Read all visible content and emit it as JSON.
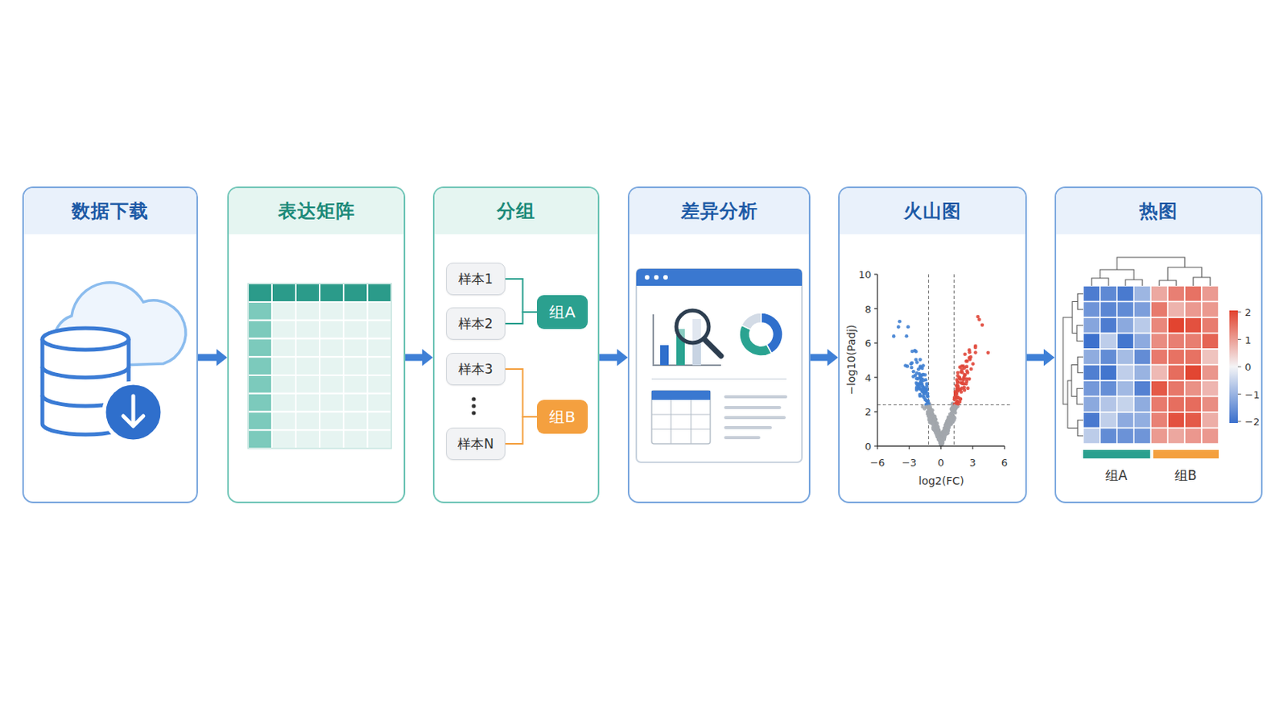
{
  "diagram": {
    "nodes": [
      {
        "text": [
          "数据下载"
        ]
      },
      {
        "text": [
          "表达矩阵"
        ]
      },
      {
        "text": [
          "分组"
        ]
      },
      {
        "text": [
          "样本1"
        ],
        "in": 2
      },
      {
        "text": [
          "样本2"
        ],
        "in": 2
      },
      {
        "text": [
          "样本3"
        ],
        "in": 2
      },
      {
        "text": [
          "样本N"
        ],
        "in": 2
      },
      {
        "text": [
          "组A"
        ],
        "in": 2
      },
      {
        "text": [
          "组B"
        ],
        "in": 2
      },
      {
        "text": [
          "差异分析"
        ]
      },
      {
        "text": [
          "火山图"
        ]
      },
      {
        "text": [
          "热图"
        ]
      }
    ],
    "edges": [
      {
        "from": 0,
        "to": 1,
        "arrow": "to"
      },
      {
        "from": 1,
        "to": 2,
        "arrow": "to"
      },
      {
        "from": 2,
        "to": 9,
        "arrow": "to"
      },
      {
        "from": 9,
        "to": 10,
        "arrow": "to"
      },
      {
        "from": 10,
        "to": 11,
        "arrow": "to"
      },
      {
        "from": 3,
        "to": 7,
        "arrow": "none"
      },
      {
        "from": 4,
        "to": 7,
        "arrow": "none"
      },
      {
        "from": 5,
        "to": 8,
        "arrow": "none"
      },
      {
        "from": 6,
        "to": 8,
        "arrow": "none"
      }
    ],
    "labels": [
      "10",
      "8",
      "6",
      "4",
      "2",
      "0",
      "−6",
      "−3",
      "0",
      "3",
      "6",
      "−log10(Padj)",
      "log2(FC)",
      "2",
      "1",
      "0",
      "−1",
      "−2",
      "组A",
      "组B"
    ]
  }
}
